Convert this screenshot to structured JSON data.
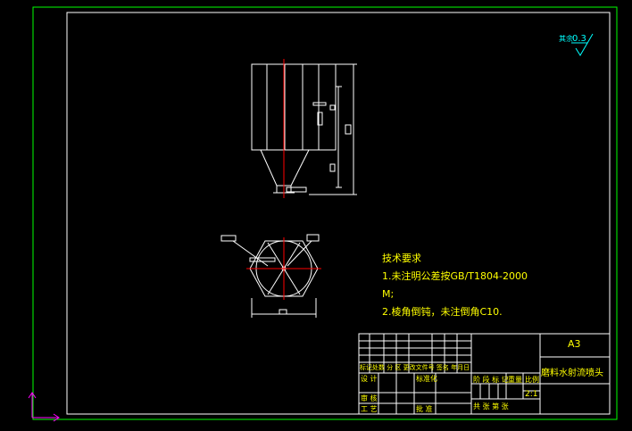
{
  "drawing": {
    "roughness_label": "其余",
    "roughness_value": "0.3",
    "notes_title": "技术要求",
    "notes": [
      "1.未注明公差按GB/T1804-2000",
      "M;",
      "2.棱角倒钝，未注倒角C10."
    ]
  },
  "title_block": {
    "sheet_size": "A3",
    "part_name": "磨料水射流喷头",
    "row_sign": "标记处数  分  区 更改文件号  签名  年月日",
    "design": "设  计",
    "standardize": "标准化",
    "stage": "阶  段  标  记",
    "weight": "重量",
    "scale": "比例",
    "scale_value": "2:1",
    "review": "审  核",
    "process": "工  艺",
    "approve": "批  准",
    "sheets": "共     张   第     张"
  },
  "colors": {
    "border": "#00ff00",
    "frame": "#ffffff",
    "geometry": "#ffffff",
    "centerline": "#ff0000",
    "text": "#ffff00",
    "roughness": "#00ffff",
    "ucs": "#ff00ff"
  }
}
